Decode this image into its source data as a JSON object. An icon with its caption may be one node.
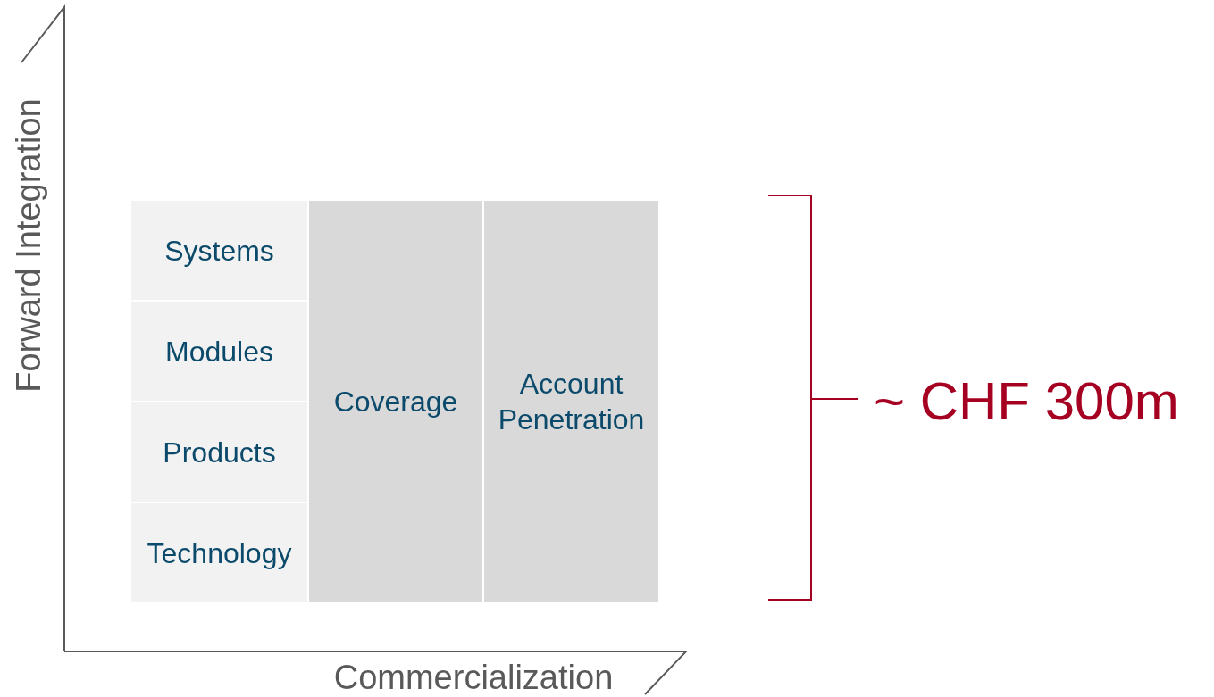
{
  "diagram": {
    "nodes": [
      {
        "text": [
          "Systems"
        ]
      },
      {
        "text": [
          "Modules"
        ]
      },
      {
        "text": [
          "Products"
        ]
      },
      {
        "text": [
          "Technology"
        ]
      },
      {
        "text": [
          "Coverage"
        ]
      },
      {
        "text": [
          "Account Penetration"
        ]
      }
    ],
    "labels": [
      "Forward Integration",
      "Commercialization",
      "~ CHF 300m"
    ]
  }
}
